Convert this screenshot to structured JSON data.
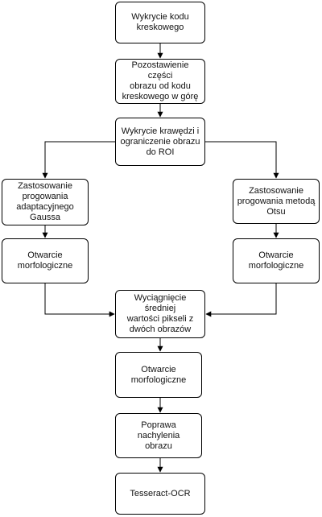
{
  "nodes": {
    "n1": "Wykrycie kodu\nkreskowego",
    "n2": "Pozostawienie części\nobrazu od kodu\nkreskowego w górę",
    "n3": "Wykrycie krawędzi i\nograniczenie obrazu\ndo ROI",
    "n4": "Zastosowanie\nprogowania\nadaptacyjnego\nGaussa",
    "n5": "Zastosowanie\nprogowania metodą\nOtsu",
    "n6": "Otwarcie\nmorfologiczne",
    "n7": "Otwarcie\nmorfologiczne",
    "n8": "Wyciągnięcie średniej\nwartości pikseli z\ndwóch obrazów",
    "n9": "Otwarcie\nmorfologiczne",
    "n10": "Poprawa nachylenia\nobrazu",
    "n11": "Tesseract-OCR"
  },
  "colors": {
    "stroke": "#000000",
    "fill": "#ffffff",
    "text": "#111111"
  }
}
